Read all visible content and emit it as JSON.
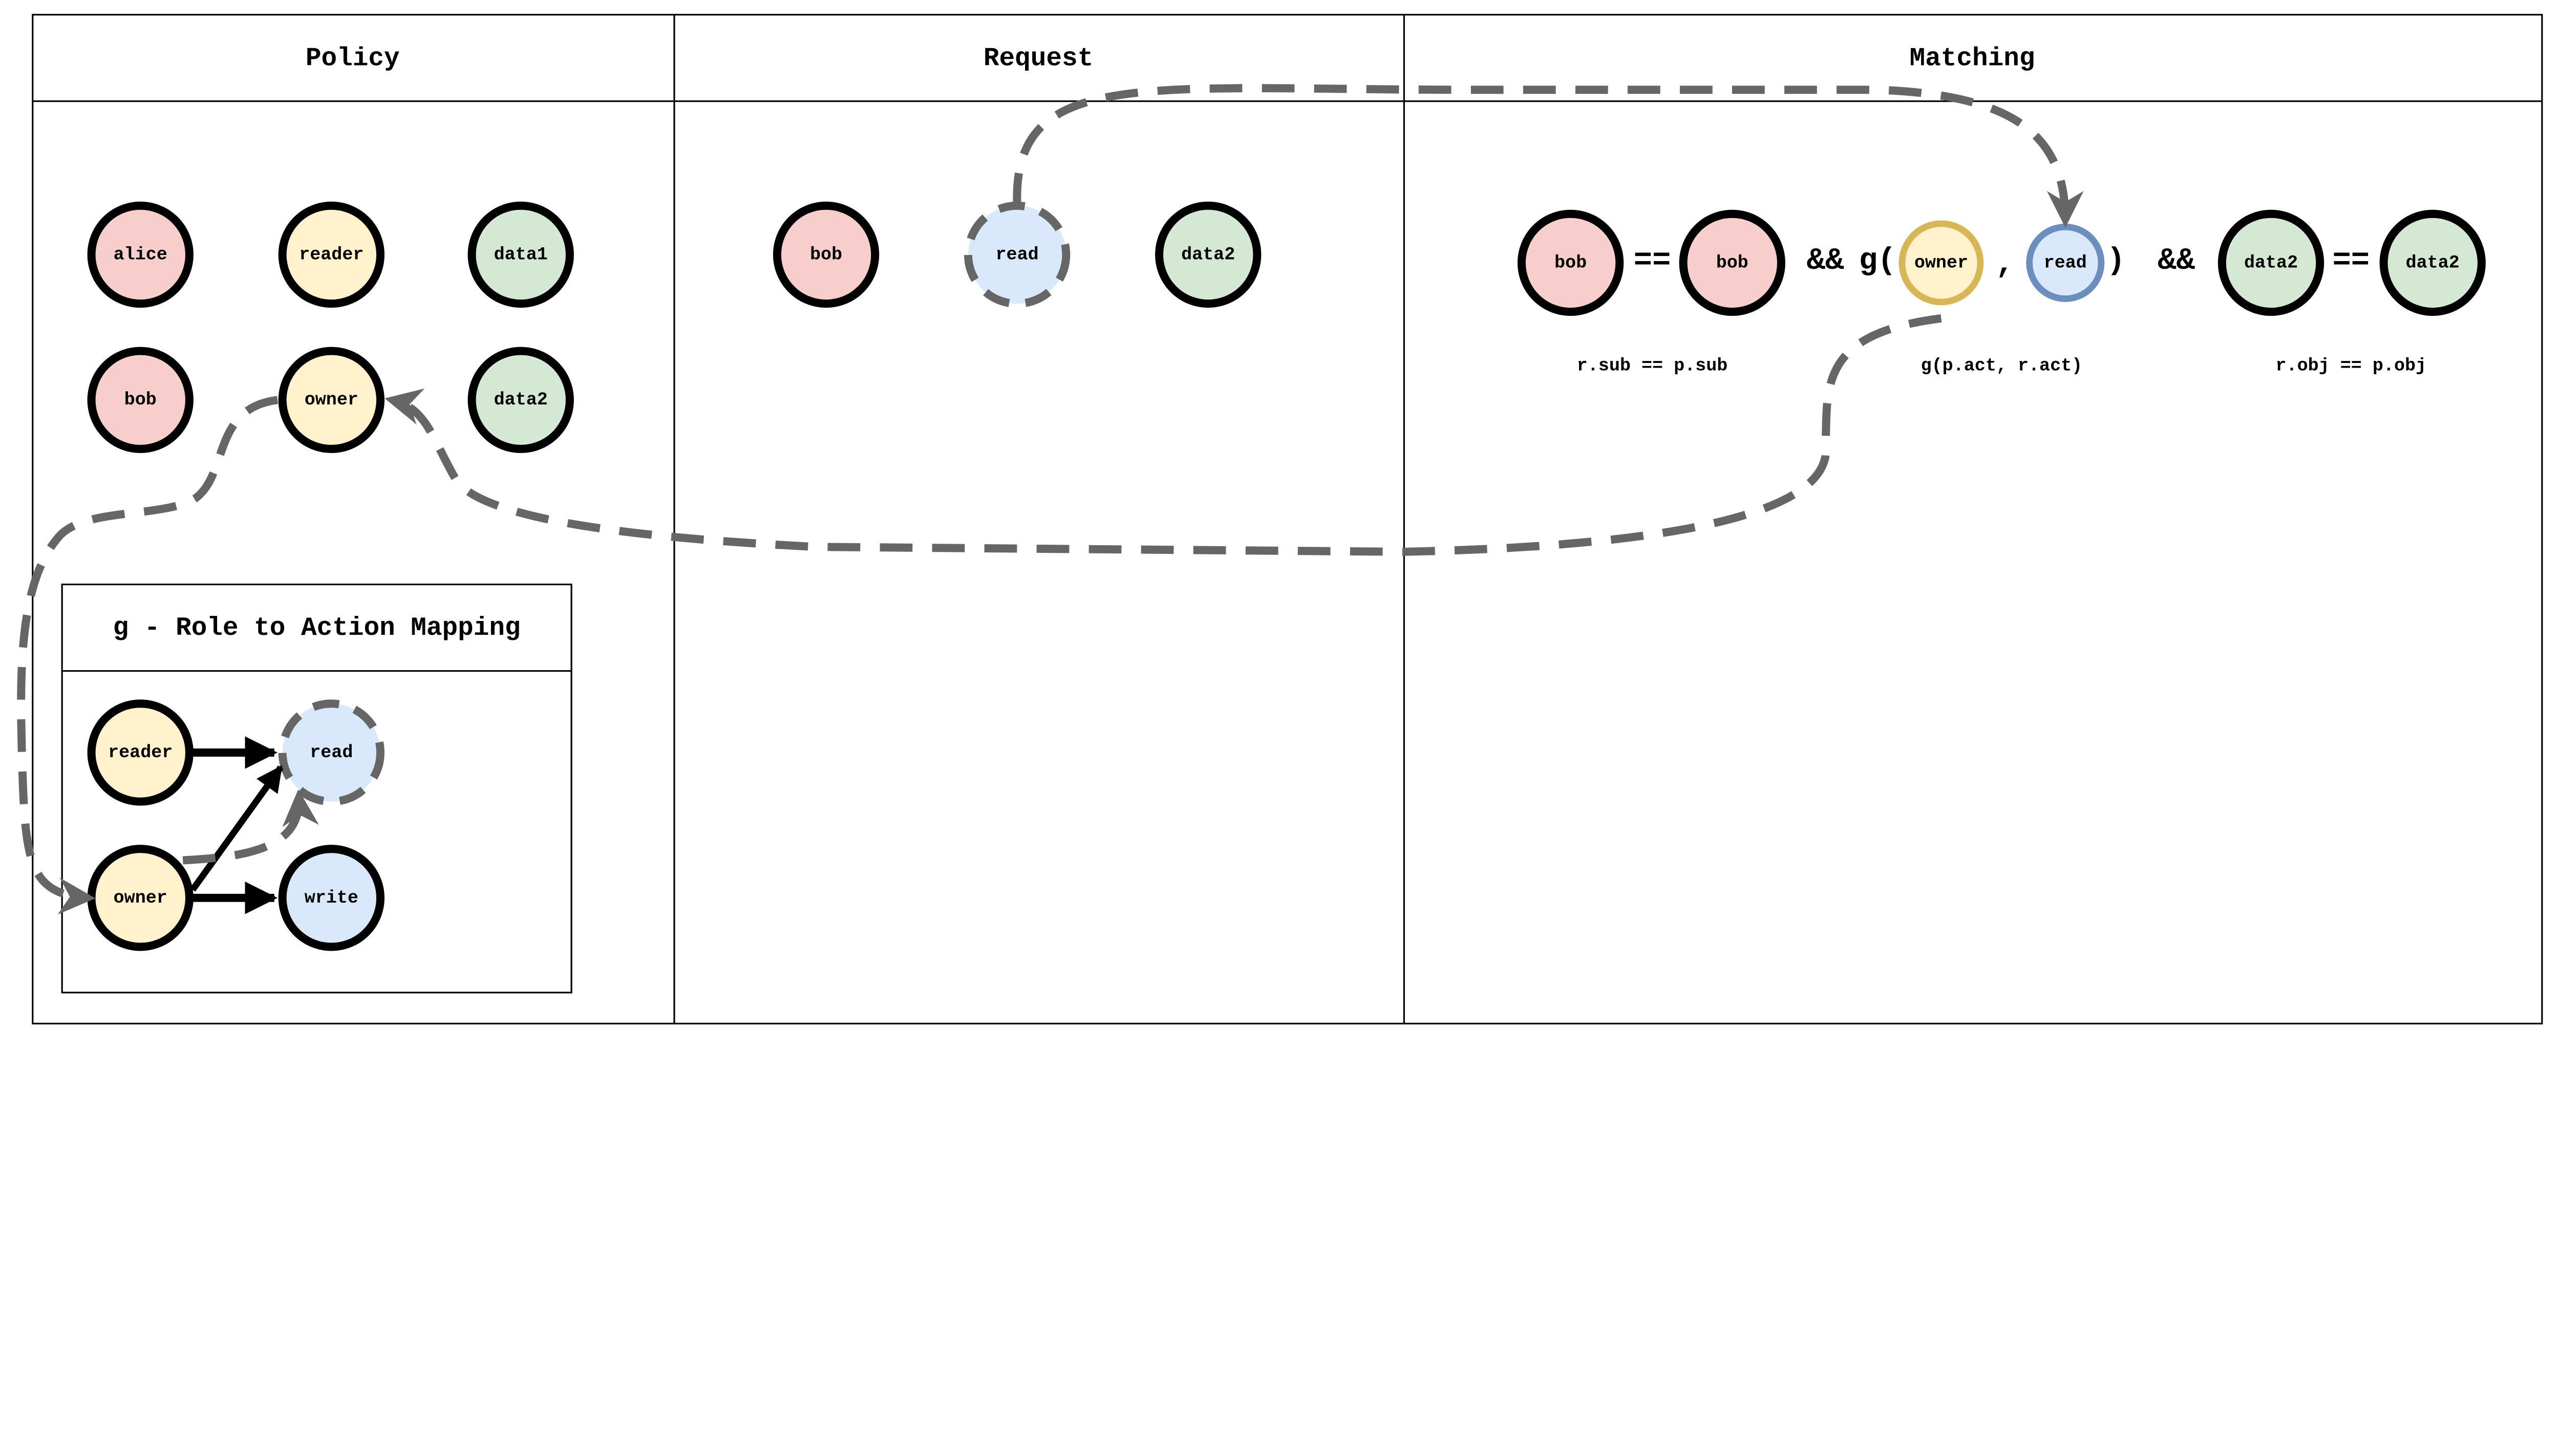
{
  "colors": {
    "subject": "#f8cecc",
    "role": "#fff2cc",
    "object": "#d5e8d4",
    "action": "#dae8fc",
    "stroke": "#000000",
    "dashed": "#666666",
    "role_highlight": "#d6b656",
    "action_highlight": "#6c8ebf"
  },
  "columns": {
    "policy": "Policy",
    "request": "Request",
    "matching": "Matching"
  },
  "policy": {
    "nodes": [
      "alice",
      "reader",
      "data1",
      "bob",
      "owner",
      "data2"
    ]
  },
  "request": {
    "nodes": [
      "bob",
      "read",
      "data2"
    ]
  },
  "matching": {
    "sub_left": "bob",
    "eq1": "==",
    "sub_right": "bob",
    "and1": "&&",
    "g_open": "g(",
    "role": "owner",
    "comma": ",",
    "action": "read",
    "g_close": ")",
    "and2": "&&",
    "obj_left": "data2",
    "eq2": "==",
    "obj_right": "data2",
    "captions": [
      "r.sub == p.sub",
      "g(p.act, r.act)",
      "r.obj == p.obj"
    ]
  },
  "mapping": {
    "title": "g - Role to Action Mapping",
    "nodes": [
      "reader",
      "read",
      "owner",
      "write"
    ]
  }
}
